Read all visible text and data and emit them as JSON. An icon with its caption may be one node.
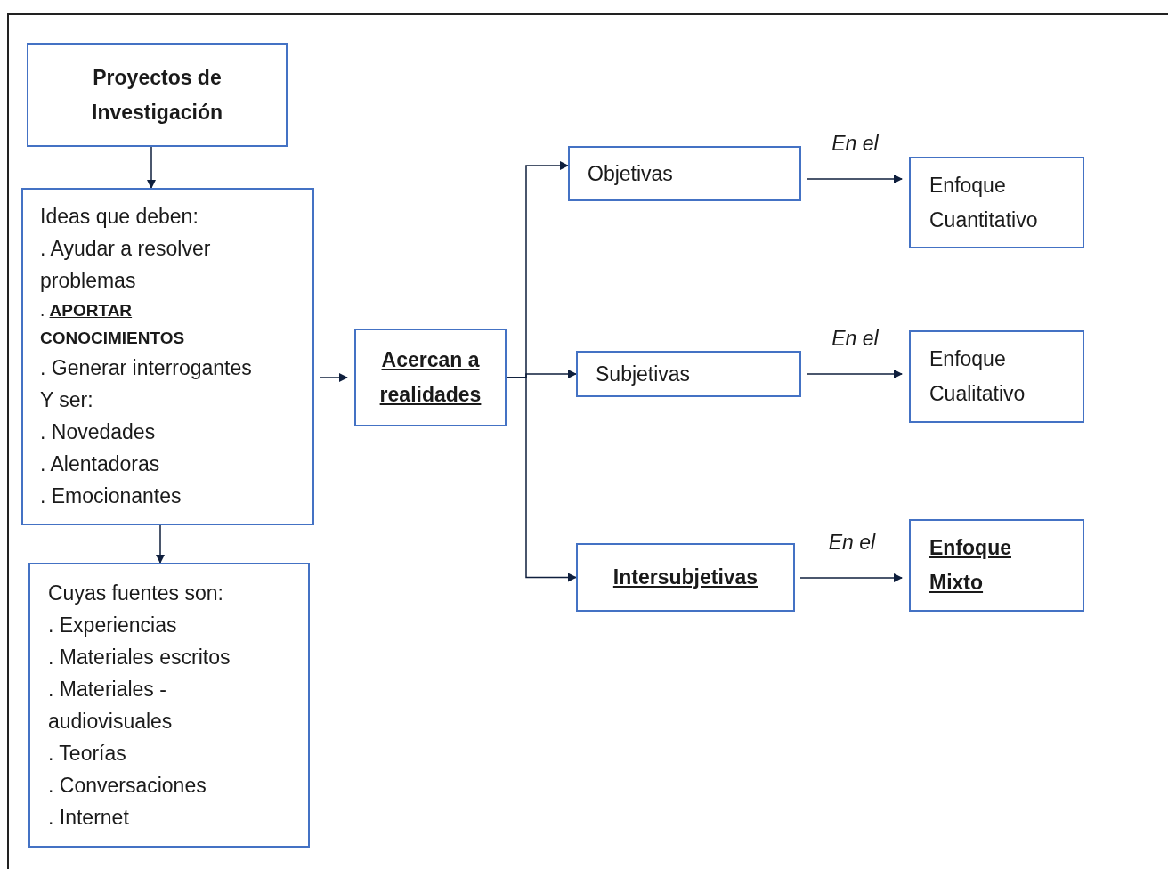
{
  "diagram": {
    "nodes": [
      {
        "text": [
          "Proyectos de Investigación"
        ]
      },
      {
        "text": [
          "Ideas que deben:",
          ". Ayudar a resolver problemas",
          ". **APORTAR CONOCIMIENTOS**",
          ". Generar interrogantes",
          "Y ser:",
          ". Novedades",
          ". Alentadoras",
          ". Emocionantes"
        ]
      },
      {
        "text": [
          "Cuyas fuentes son:",
          ". Experiencias",
          ". Materiales escritos",
          ". Materiales - audiovisuales",
          ". Teorías",
          ". Conversaciones",
          ". Internet"
        ]
      },
      {
        "text": [
          "Acercan a realidades"
        ]
      },
      {
        "text": [
          "Objetivas"
        ]
      },
      {
        "text": [
          "Subjetivas"
        ]
      },
      {
        "text": [
          "Intersubjetivas"
        ]
      },
      {
        "text": [
          "Enfoque Cuantitativo"
        ]
      },
      {
        "text": [
          "Enfoque Cualitativo"
        ]
      },
      {
        "text": [
          "Enfoque Mixto"
        ]
      }
    ],
    "edges": [
      {
        "from": 0,
        "to": 1,
        "arrow": "to"
      },
      {
        "from": 1,
        "to": 2,
        "arrow": "to"
      },
      {
        "from": 1,
        "to": 3,
        "arrow": "to"
      },
      {
        "from": 3,
        "to": 4,
        "arrow": "to"
      },
      {
        "from": 3,
        "to": 5,
        "arrow": "to"
      },
      {
        "from": 3,
        "to": 6,
        "arrow": "to"
      },
      {
        "from": 4,
        "to": 7,
        "arrow": "to",
        "label": "En el"
      },
      {
        "from": 5,
        "to": 8,
        "arrow": "to",
        "label": "En el"
      },
      {
        "from": 6,
        "to": 9,
        "arrow": "to",
        "label": "En el"
      }
    ]
  }
}
